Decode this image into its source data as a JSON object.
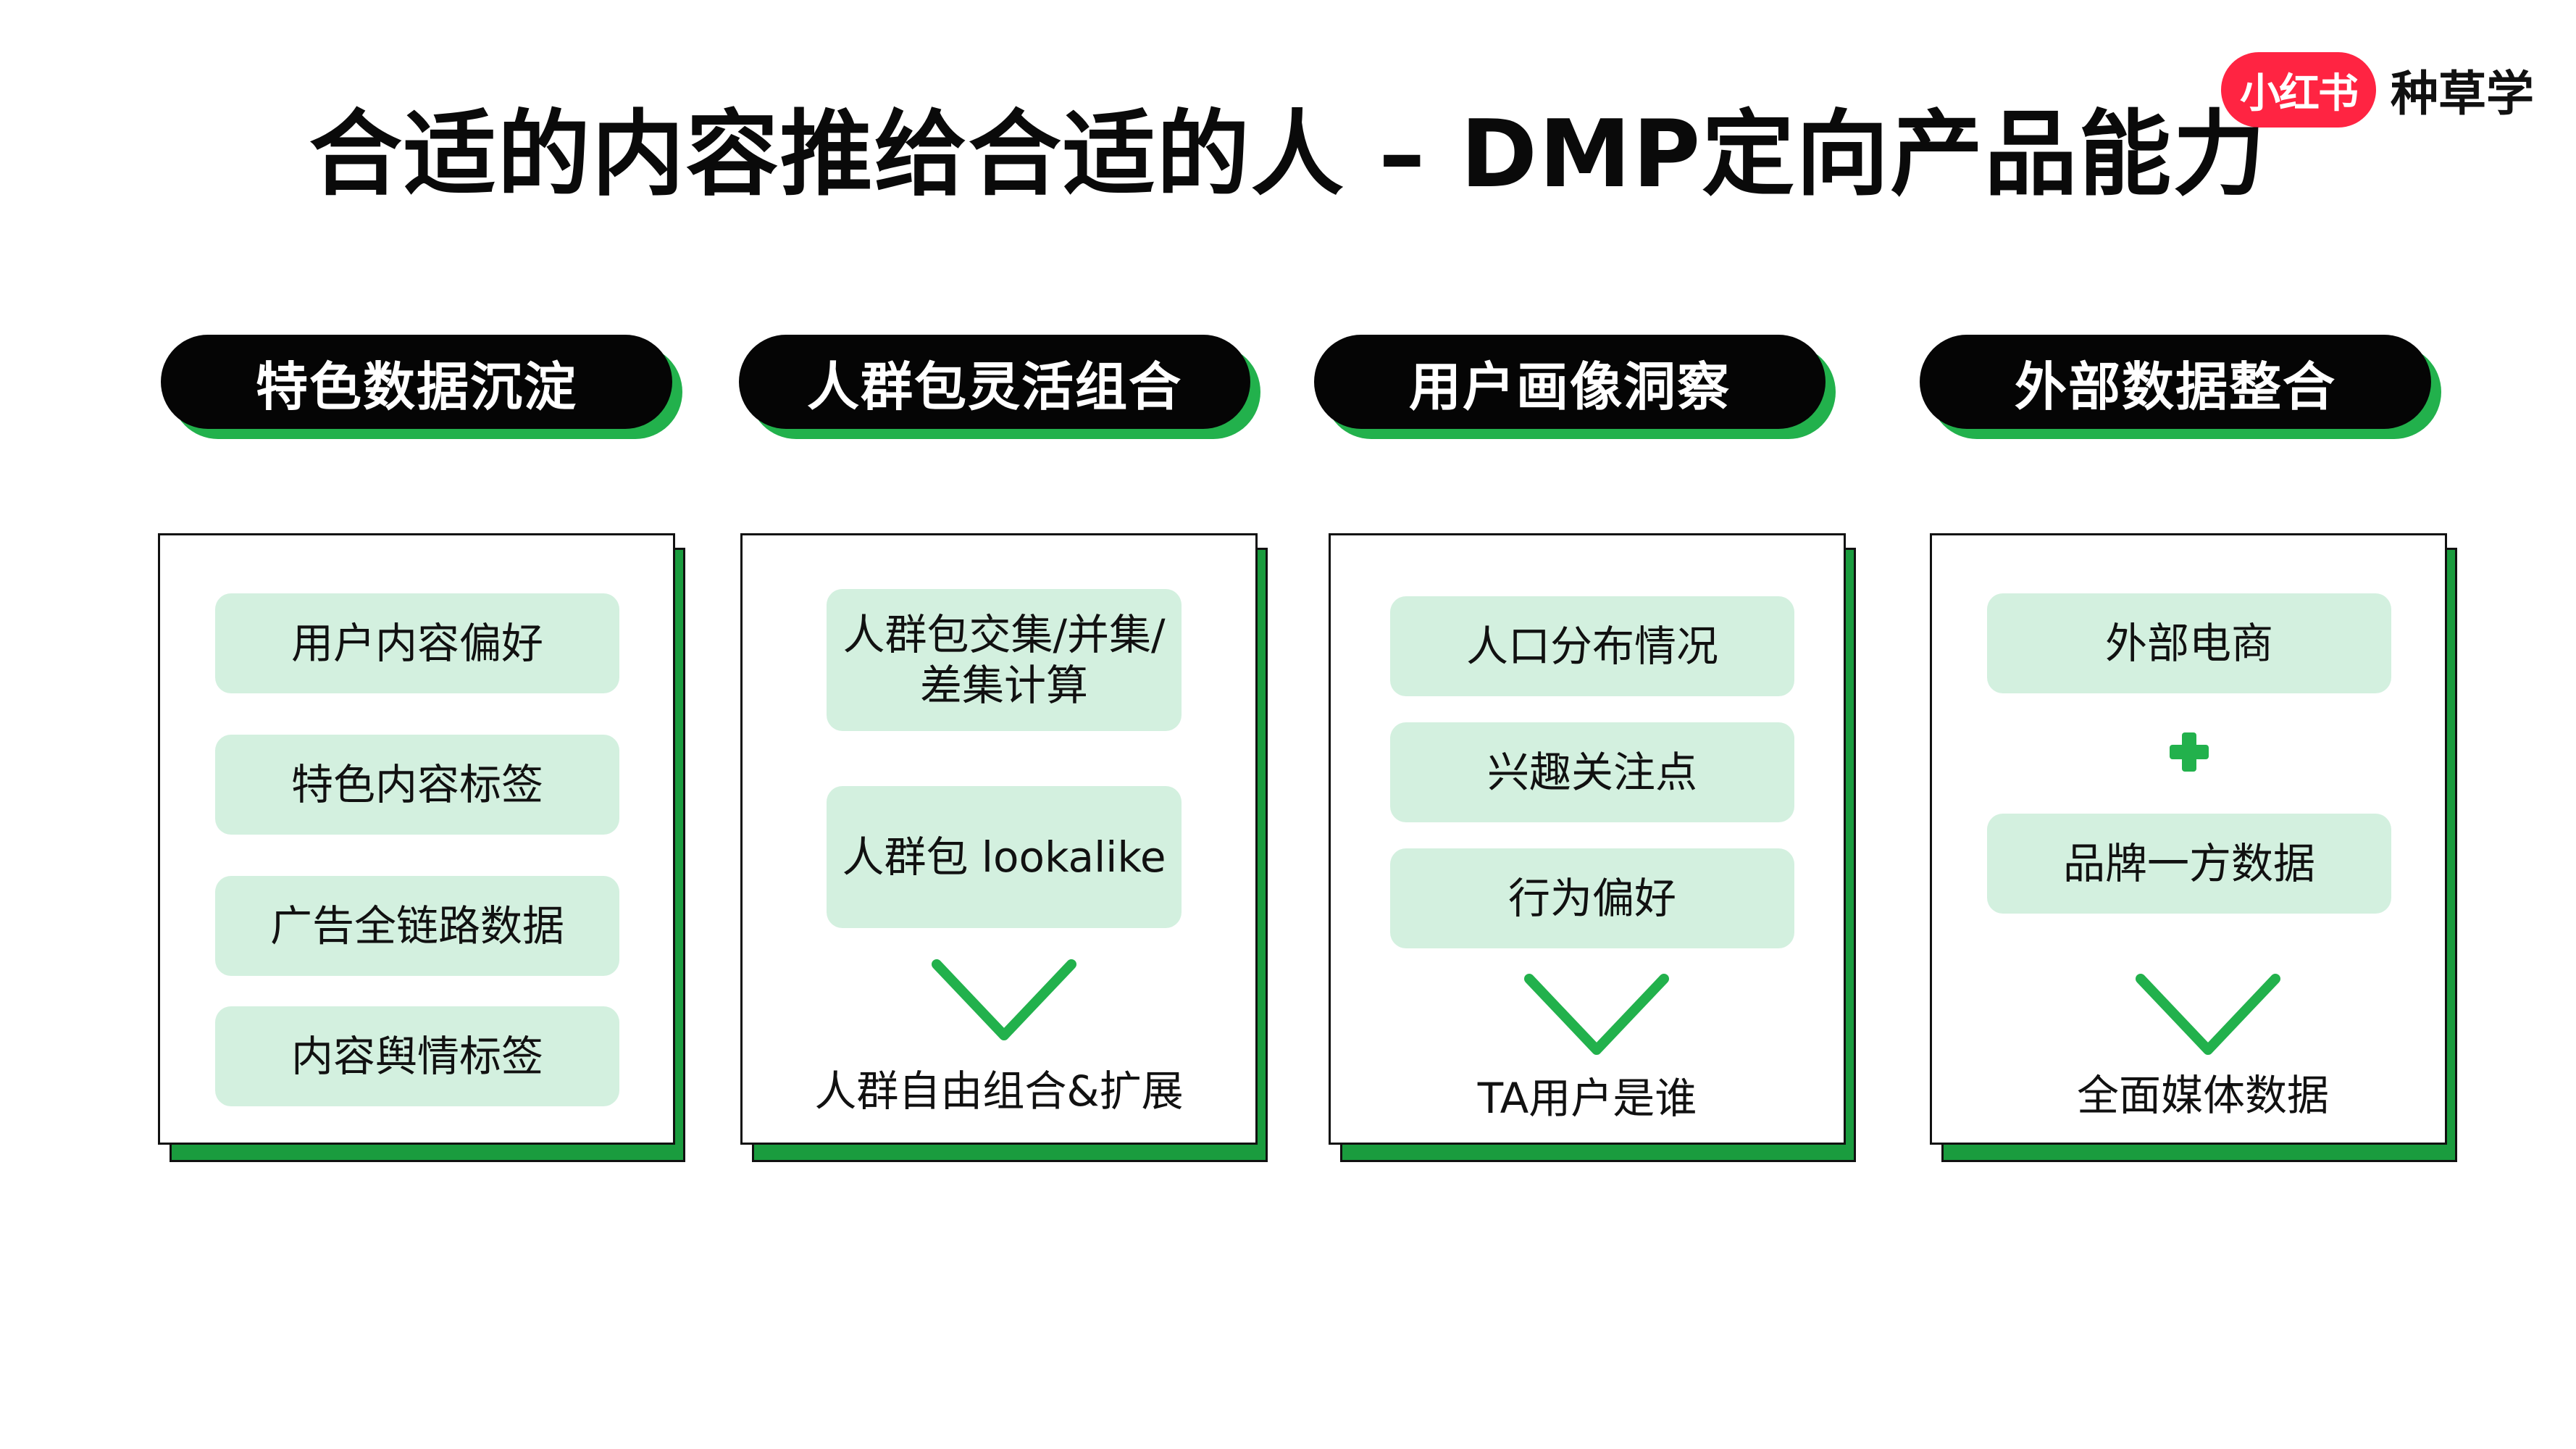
{
  "brand": {
    "badge_text": "小红书",
    "name": "种草学",
    "badge_color": "#ff2442"
  },
  "title": "合适的内容推给合适的人 – DMP定向产品能力",
  "colors": {
    "accent_green": "#22b14c",
    "chip_green": "#d3f0df",
    "pill_black": "#050505"
  },
  "columns": [
    {
      "header": "特色数据沉淀",
      "items": [
        "用户内容偏好",
        "特色内容标签",
        "广告全链路数据",
        "内容舆情标签"
      ]
    },
    {
      "header": "人群包灵活组合",
      "items": [
        "人群包交集/并集/差集计算",
        "人群包 lookalike"
      ],
      "result": "人群自由组合&扩展"
    },
    {
      "header": "用户画像洞察",
      "items": [
        "人口分布情况",
        "兴趣关注点",
        "行为偏好"
      ],
      "result": "TA用户是谁"
    },
    {
      "header": "外部数据整合",
      "items": [
        "外部电商",
        "品牌一方数据"
      ],
      "result": "全面媒体数据"
    }
  ]
}
